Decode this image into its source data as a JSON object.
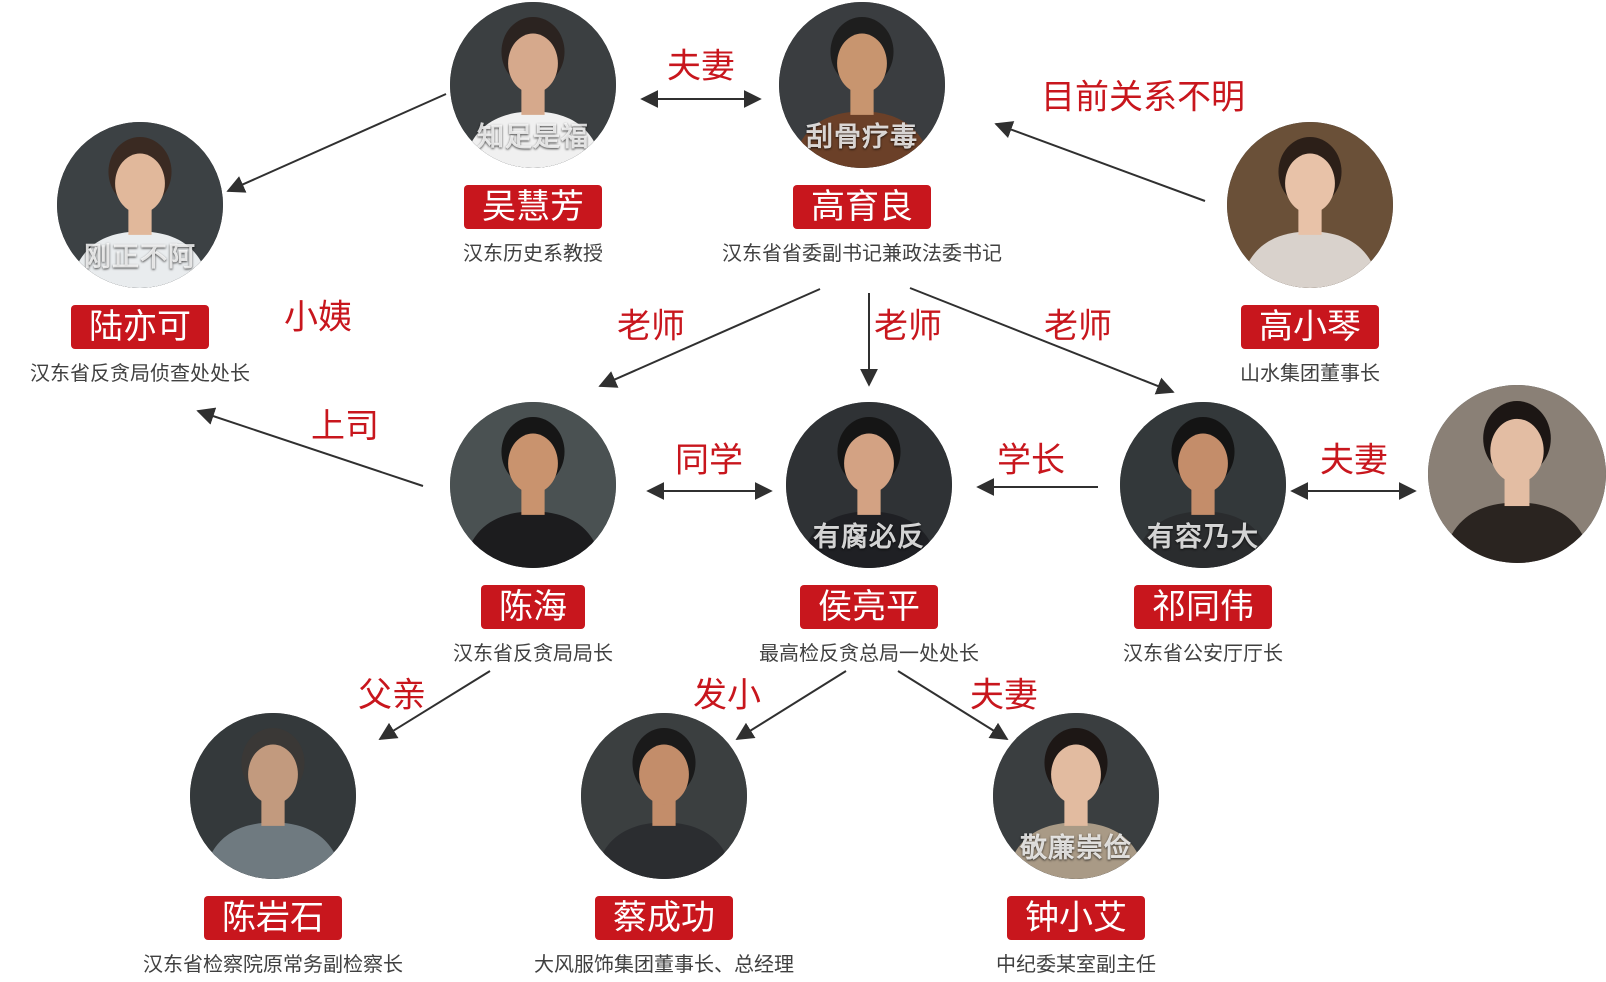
{
  "people": [
    {
      "id": "wu-huifang",
      "name": "吴慧芳",
      "role": "汉东历史系教授",
      "poster_text": "知足是福",
      "colors": {
        "bg": "#3b3f41",
        "skin": "#d6a98c",
        "hair": "#2b2320",
        "clothes": "#f0f0f0"
      }
    },
    {
      "id": "gao-yuliang",
      "name": "高育良",
      "role": "汉东省省委副书记兼政法委书记",
      "poster_text": "刮骨疗毒",
      "colors": {
        "bg": "#3a3d40",
        "skin": "#c8956f",
        "hair": "#1e1e1e",
        "clothes": "#6b4028"
      }
    },
    {
      "id": "lu-yike",
      "name": "陆亦可",
      "role": "汉东省反贪局侦查处处长",
      "poster_text": "刚正不阿",
      "colors": {
        "bg": "#3c4144",
        "skin": "#e1b89b",
        "hair": "#3a2a22",
        "clothes": "#e9ecee"
      }
    },
    {
      "id": "gao-xiaoqin",
      "name": "高小琴",
      "role": "山水集团董事长",
      "poster_text": "",
      "colors": {
        "bg": "#6a5038",
        "skin": "#e8c2a8",
        "hair": "#2c1f18",
        "clothes": "#d9d2cc"
      }
    },
    {
      "id": "chen-hai",
      "name": "陈海",
      "role": "汉东省反贪局局长",
      "poster_text": "",
      "colors": {
        "bg": "#4a5152",
        "skin": "#c9936e",
        "hair": "#161616",
        "clothes": "#1c1c1e"
      }
    },
    {
      "id": "hou-liangping",
      "name": "侯亮平",
      "role": "最高检反贪总局一处处长",
      "poster_text": "有腐必反",
      "colors": {
        "bg": "#2f3235",
        "skin": "#d3a283",
        "hair": "#151515",
        "clothes": "#1f2024"
      }
    },
    {
      "id": "qi-tongwei",
      "name": "祁同伟",
      "role": "汉东省公安厅厅长",
      "poster_text": "有容乃大",
      "colors": {
        "bg": "#33383a",
        "skin": "#c48d6a",
        "hair": "#141414",
        "clothes": "#2a2c2e"
      }
    },
    {
      "id": "qi-wife",
      "name": "",
      "role": "",
      "poster_text": "",
      "colors": {
        "bg": "#8a8076",
        "skin": "#e3bda3",
        "hair": "#1c1614",
        "clothes": "#2a2420"
      }
    },
    {
      "id": "chen-yanshi",
      "name": "陈岩石",
      "role": "汉东省检察院原常务副检察长",
      "poster_text": "",
      "colors": {
        "bg": "#34393b",
        "skin": "#c29a7e",
        "hair": "#3a3836",
        "clothes": "#6f7a80"
      }
    },
    {
      "id": "cai-chenggong",
      "name": "蔡成功",
      "role": "大风服饰集团董事长、总经理",
      "poster_text": "",
      "colors": {
        "bg": "#3b3f40",
        "skin": "#c38d6a",
        "hair": "#1a1a1a",
        "clothes": "#2b2d30"
      }
    },
    {
      "id": "zhong-xiaoai",
      "name": "钟小艾",
      "role": "中纪委某室副主任",
      "poster_text": "敬廉崇俭",
      "colors": {
        "bg": "#3a3e40",
        "skin": "#e2bba0",
        "hair": "#1d1715",
        "clothes": "#a99a86"
      }
    }
  ],
  "relations": [
    {
      "id": "wu-gao-couple",
      "label": "夫妻",
      "from": "wu-huifang",
      "to": "gao-yuliang",
      "bidirectional": true
    },
    {
      "id": "wu-lu",
      "label": "小姨",
      "from": "wu-huifang",
      "to": "lu-yike",
      "bidirectional": false
    },
    {
      "id": "xiaoqin-gao",
      "label": "目前关系不明",
      "from": "gao-xiaoqin",
      "to": "gao-yuliang",
      "bidirectional": false
    },
    {
      "id": "gao-chenhai",
      "label": "老师",
      "from": "gao-yuliang",
      "to": "chen-hai",
      "bidirectional": false
    },
    {
      "id": "gao-hou",
      "label": "老师",
      "from": "gao-yuliang",
      "to": "hou-liangping",
      "bidirectional": false
    },
    {
      "id": "gao-qi",
      "label": "老师",
      "from": "gao-yuliang",
      "to": "qi-tongwei",
      "bidirectional": false
    },
    {
      "id": "chenhai-lu",
      "label": "上司",
      "from": "chen-hai",
      "to": "lu-yike",
      "bidirectional": false
    },
    {
      "id": "chenhai-hou",
      "label": "同学",
      "from": "chen-hai",
      "to": "hou-liangping",
      "bidirectional": true
    },
    {
      "id": "qi-hou",
      "label": "学长",
      "from": "qi-tongwei",
      "to": "hou-liangping",
      "bidirectional": false
    },
    {
      "id": "qi-wife-couple",
      "label": "夫妻",
      "from": "qi-tongwei",
      "to": "qi-wife",
      "bidirectional": true
    },
    {
      "id": "chenhai-father",
      "label": "父亲",
      "from": "chen-hai",
      "to": "chen-yanshi",
      "bidirectional": false
    },
    {
      "id": "hou-cai",
      "label": "发小",
      "from": "hou-liangping",
      "to": "cai-chenggong",
      "bidirectional": false
    },
    {
      "id": "hou-zhong",
      "label": "夫妻",
      "from": "hou-liangping",
      "to": "zhong-xiaoai",
      "bidirectional": false
    }
  ],
  "colors": {
    "accent": "#c8161d",
    "arrow": "#303030",
    "role_text": "#404040"
  }
}
